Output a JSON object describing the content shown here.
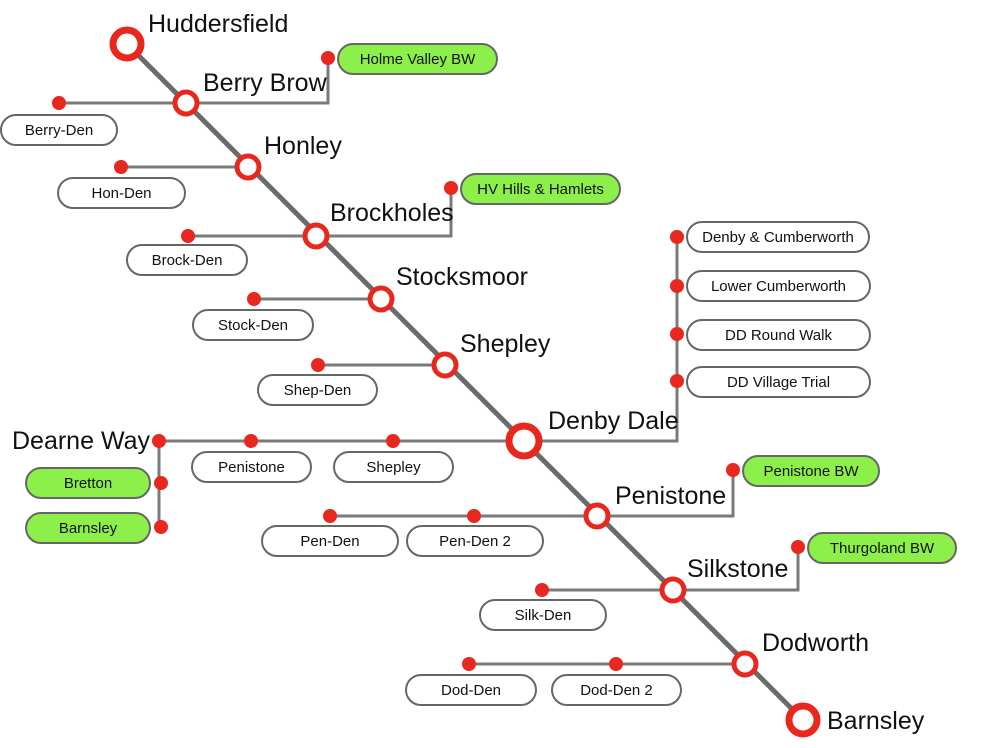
{
  "colors": {
    "main_line": "#6b6b6b",
    "branch_line": "#7a7a7a",
    "station": "#e8271f",
    "highlight": "#8df04a"
  },
  "stations": {
    "huddersfield": "Huddersfield",
    "berry_brow": "Berry Brow",
    "honley": "Honley",
    "brockholes": "Brockholes",
    "stocksmoor": "Stocksmoor",
    "shepley": "Shepley",
    "denby_dale": "Denby Dale",
    "penistone": "Penistone",
    "silkstone": "Silkstone",
    "dodworth": "Dodworth",
    "barnsley": "Barnsley",
    "dearne_way": "Dearne Way"
  },
  "walks": {
    "holme_valley_bw": "Holme Valley BW",
    "berry_den": "Berry-Den",
    "hon_den": "Hon-Den",
    "hv_hills_hamlets": "HV Hills & Hamlets",
    "brock_den": "Brock-Den",
    "stock_den": "Stock-Den",
    "shep_den": "Shep-Den",
    "denby_cumberworth": "Denby & Cumberworth",
    "lower_cumberworth": "Lower Cumberworth",
    "dd_round_walk": "DD Round Walk",
    "dd_village_trial": "DD Village Trial",
    "penistone": "Penistone",
    "shepley": "Shepley",
    "bretton": "Bretton",
    "barnsley": "Barnsley",
    "penistone_bw": "Penistone BW",
    "pen_den": "Pen-Den",
    "pen_den_2": "Pen-Den 2",
    "thurgoland_bw": "Thurgoland BW",
    "silk_den": "Silk-Den",
    "dod_den": "Dod-Den",
    "dod_den_2": "Dod-Den 2"
  }
}
